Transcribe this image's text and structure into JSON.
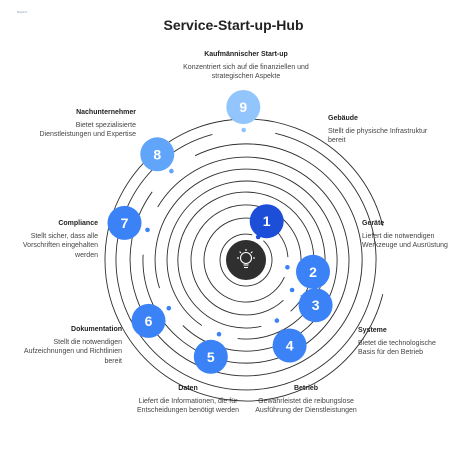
{
  "logo_text": "Napkin",
  "title": "Service-Start-up-Hub",
  "colors": {
    "dark": "#1d4ed8",
    "mid": "#3b82f6",
    "light": "#60a5fa",
    "pale": "#93c5fd",
    "ring": "#2d2d2d",
    "center": "#2f2f2f"
  },
  "center_icon": "gear-lightbulb-icon",
  "steps": [
    {
      "num": "1",
      "title": "",
      "desc": ""
    },
    {
      "num": "2",
      "title": "Geräte",
      "desc": "Liefert die notwendigen Werkzeuge und Ausrüstung"
    },
    {
      "num": "3",
      "title": "Systeme",
      "desc": "Bietet die technologische Basis für den Betrieb"
    },
    {
      "num": "4",
      "title": "Betrieb",
      "desc": "Gewährleistet die reibungslose Ausführung der Dienstleistungen"
    },
    {
      "num": "5",
      "title": "Daten",
      "desc": "Liefert die Informationen, die für Entscheidungen benötigt werden"
    },
    {
      "num": "6",
      "title": "Dokumentation",
      "desc": "Stellt die notwendigen Aufzeichnungen und Richtlinien bereit"
    },
    {
      "num": "7",
      "title": "Compliance",
      "desc": "Stellt sicher, dass alle Vorschriften eingehalten werden"
    },
    {
      "num": "8",
      "title": "Nachunternehmer",
      "desc": "Bietet spezialisierte Dienstleistungen und Expertise"
    },
    {
      "num": "9",
      "title": "Kaufmännischer Start-up",
      "desc": "Konzentriert sich auf die finanziellen und strategischen Aspekte"
    },
    {
      "num": "",
      "title": "Gebäude",
      "desc": "Stellt die physische Infrastruktur bereit"
    }
  ]
}
